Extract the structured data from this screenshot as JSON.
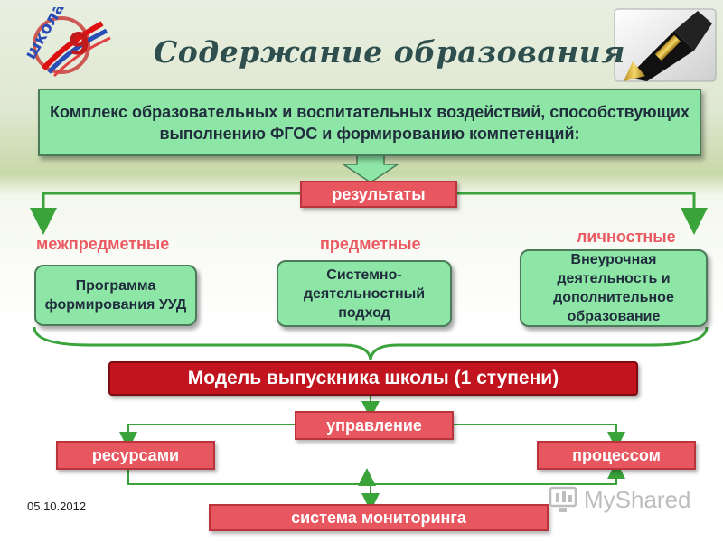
{
  "title": "Содержание образования",
  "top_box": "Комплекс образовательных и воспитательных воздействий, способствующих выполнению ФГОС и формированию компетенций:",
  "results_label": "результаты",
  "categories": [
    "межпредметные",
    "предметные",
    "личностные"
  ],
  "boxes": [
    "Программа формирования УУД",
    "Системно-деятельностный подход",
    "Внеурочная деятельность и дополнительное образование"
  ],
  "model_label": "Модель выпускника школы (1 ступени)",
  "management_label": "управление",
  "resources_label": "ресурсами",
  "process_label": "процессом",
  "monitoring_label": "система мониторинга",
  "date": "05.10.2012",
  "watermark": "MyShared",
  "school_logo": "школа",
  "colors": {
    "green_box": "#8ee6a6",
    "red_label": "#e8575f",
    "dark_red": "#c1141e",
    "category_text": "#ea5a62",
    "connector": "#3aa33a"
  }
}
